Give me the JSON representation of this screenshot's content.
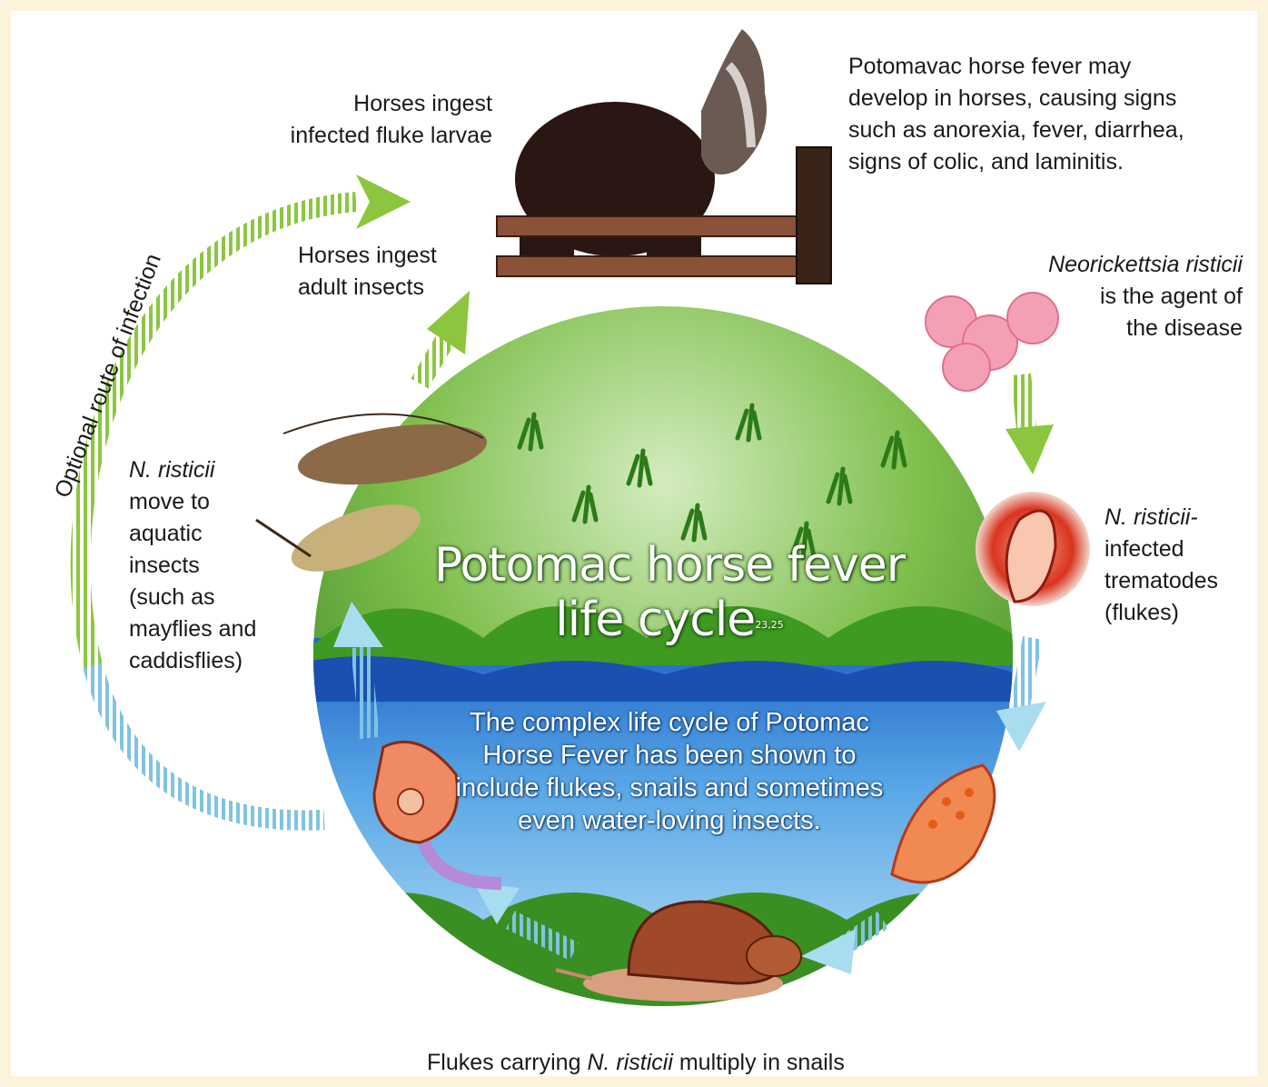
{
  "diagram": {
    "title": "Potomac horse fever",
    "title_line2": "life cycle",
    "title_ref": "23,25",
    "subtitle": "The complex life cycle of Potomac Horse Fever has been shown to include flukes, snails and sometimes even water-loving insects.",
    "labels": {
      "ingest_larvae": [
        "Horses ingest",
        "infected fluke larvae"
      ],
      "ingest_insects": [
        "Horses ingest",
        "adult insects"
      ],
      "disease_signs": [
        "Potomavac horse fever may",
        "develop in horses, causing signs",
        "such as anorexia, fever, diarrhea,",
        "signs of colic, and laminitis."
      ],
      "agent_italic": "Neorickettsia risticii",
      "agent_rest": [
        "is the agent of",
        "the disease"
      ],
      "flukes_italic": "N. risticii-",
      "flukes_rest": [
        "infected",
        "trematodes",
        "(flukes)"
      ],
      "insects_italic": "N. risticii",
      "insects_rest": [
        "move to",
        "aquatic",
        "insects",
        "(such as",
        "mayflies and",
        "caddisflies)"
      ],
      "optional_route": "Optional route of infection",
      "snails_pre": "Flukes carrying ",
      "snails_italic": "N. risticii",
      "snails_post": " multiply in snails"
    },
    "colors": {
      "arrow_green": "#8cc63f",
      "arrow_blue": "#8fd0e8",
      "grass": "#4f9a2a",
      "water": "#3a8fd6",
      "frame": "#fdf3dc"
    }
  }
}
